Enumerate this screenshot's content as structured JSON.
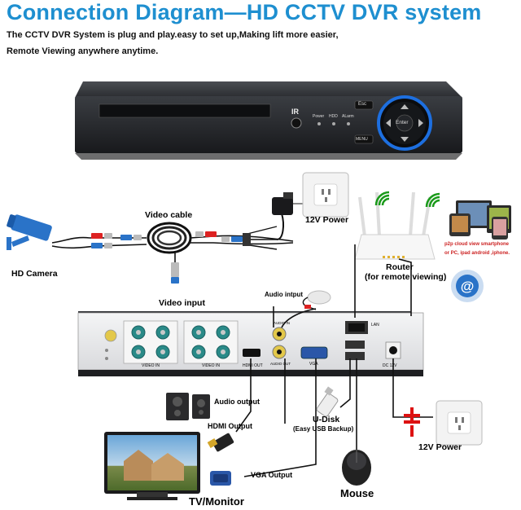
{
  "title": "Connection Diagram—HD CCTV DVR system",
  "subtitle_lines": [
    "The CCTV DVR System is plug and play.easy to set up,Making lift more easier,",
    "Remote Viewing anywhere anytime."
  ],
  "dvr_front": {
    "ir": "IR",
    "leds": [
      "Power",
      "HDD",
      "ALarm"
    ],
    "esc": "Esc",
    "enter": "Enter",
    "menu": "MENU"
  },
  "labels": {
    "hd_camera": "HD Camera",
    "video_cable": "Video cable",
    "power_top": "12V Power",
    "router": "Router",
    "router_sub": "(for remote viewing)",
    "p2p_line1": "p2p cloud  view smartphone",
    "p2p_line2": "or PC, ipad android ,iphone.",
    "video_input": "Video input",
    "audio_input": "Audio intput",
    "audio_output": "Audio output",
    "hdmi_output": "HDMI Output",
    "vga_output": "VGA Output",
    "tv_monitor": "TV/Monitor",
    "udisk": "U-Disk",
    "udisk_sub": "(Easy USB Backup)",
    "mouse": "Mouse",
    "power_bottom": "12V Power"
  },
  "rear_panel": {
    "video_in_1": "VIDEO IN",
    "video_in_2": "VIDEO IN",
    "hdmi": "HDMI OUT",
    "audio_in": "AUDIO IN",
    "audio_out": "AUDIO OUT",
    "vga": "VGA",
    "dc": "DC 12V",
    "lan": "LAN"
  },
  "colors": {
    "title": "#1e8fd0",
    "accent_blue": "#2a73c8",
    "dvr_body": "#2a2c30",
    "rear_panel": "#e8e9eb",
    "bnc_teal": "#2a8a88",
    "wire": "#111111",
    "power_red": "#dd1111",
    "enter_blue": "#1d6fe0"
  },
  "icons": [
    "camera-icon",
    "cable-icon",
    "power-adapter-icon",
    "wall-socket-icon",
    "router-icon",
    "wifi-icon",
    "phone-icon",
    "internet-icon",
    "microphone-icon",
    "speaker-icon",
    "hdmi-plug-icon",
    "vga-plug-icon",
    "monitor-icon",
    "usb-drive-icon",
    "mouse-icon",
    "dc-polarity-icon"
  ]
}
